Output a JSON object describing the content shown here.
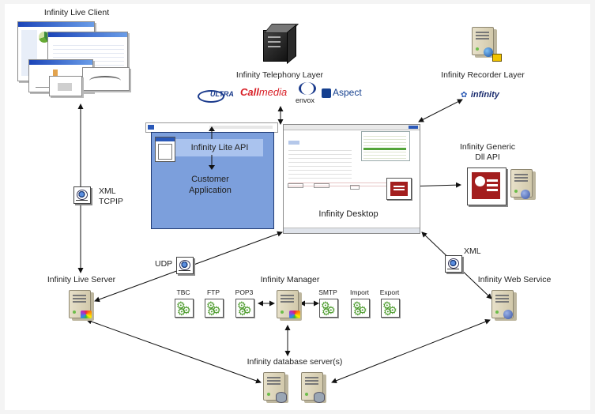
{
  "labels": {
    "live_client": "Infinity Live Client",
    "telephony_layer": "Infinity Telephony Layer",
    "recorder_layer": "Infinity Recorder Layer",
    "lite_api": "Infinity Lite API",
    "customer_application": "Customer\nApplication",
    "generic_dll_api": "Infinity Generic\nDll API",
    "desktop": "Infinity Desktop",
    "xml_tcpip": "XML\nTCPIP",
    "udp": "UDP",
    "xml": "XML",
    "live_server": "Infinity Live Server",
    "manager": "Infinity Manager",
    "web_service": "Infinity Web Service",
    "database_servers": "Infinity database server(s)"
  },
  "manager_components": [
    "TBC",
    "FTP",
    "POP3",
    "SMTP",
    "Import",
    "Export"
  ],
  "telephony_vendors": {
    "ultra": "ULTRA",
    "callmedia_call": "Call",
    "callmedia_media": "media",
    "envox": "envox",
    "aspect": "Aspect"
  },
  "recorder_brand": "infinity",
  "colors": {
    "api_box": "#7c9fdc",
    "api_bar": "#aac3ee",
    "callmedia_red": "#d81f26",
    "ultra_blue": "#1a3a8c",
    "aspect_blue": "#15408f",
    "gear_green": "#4a9a2a",
    "dll_red": "#a31e1e"
  },
  "icons": [
    "computer-server-icon",
    "server-icon",
    "xml-document-icon",
    "gear-component-icon",
    "database-icon",
    "presentation-icon",
    "globe-icon"
  ]
}
